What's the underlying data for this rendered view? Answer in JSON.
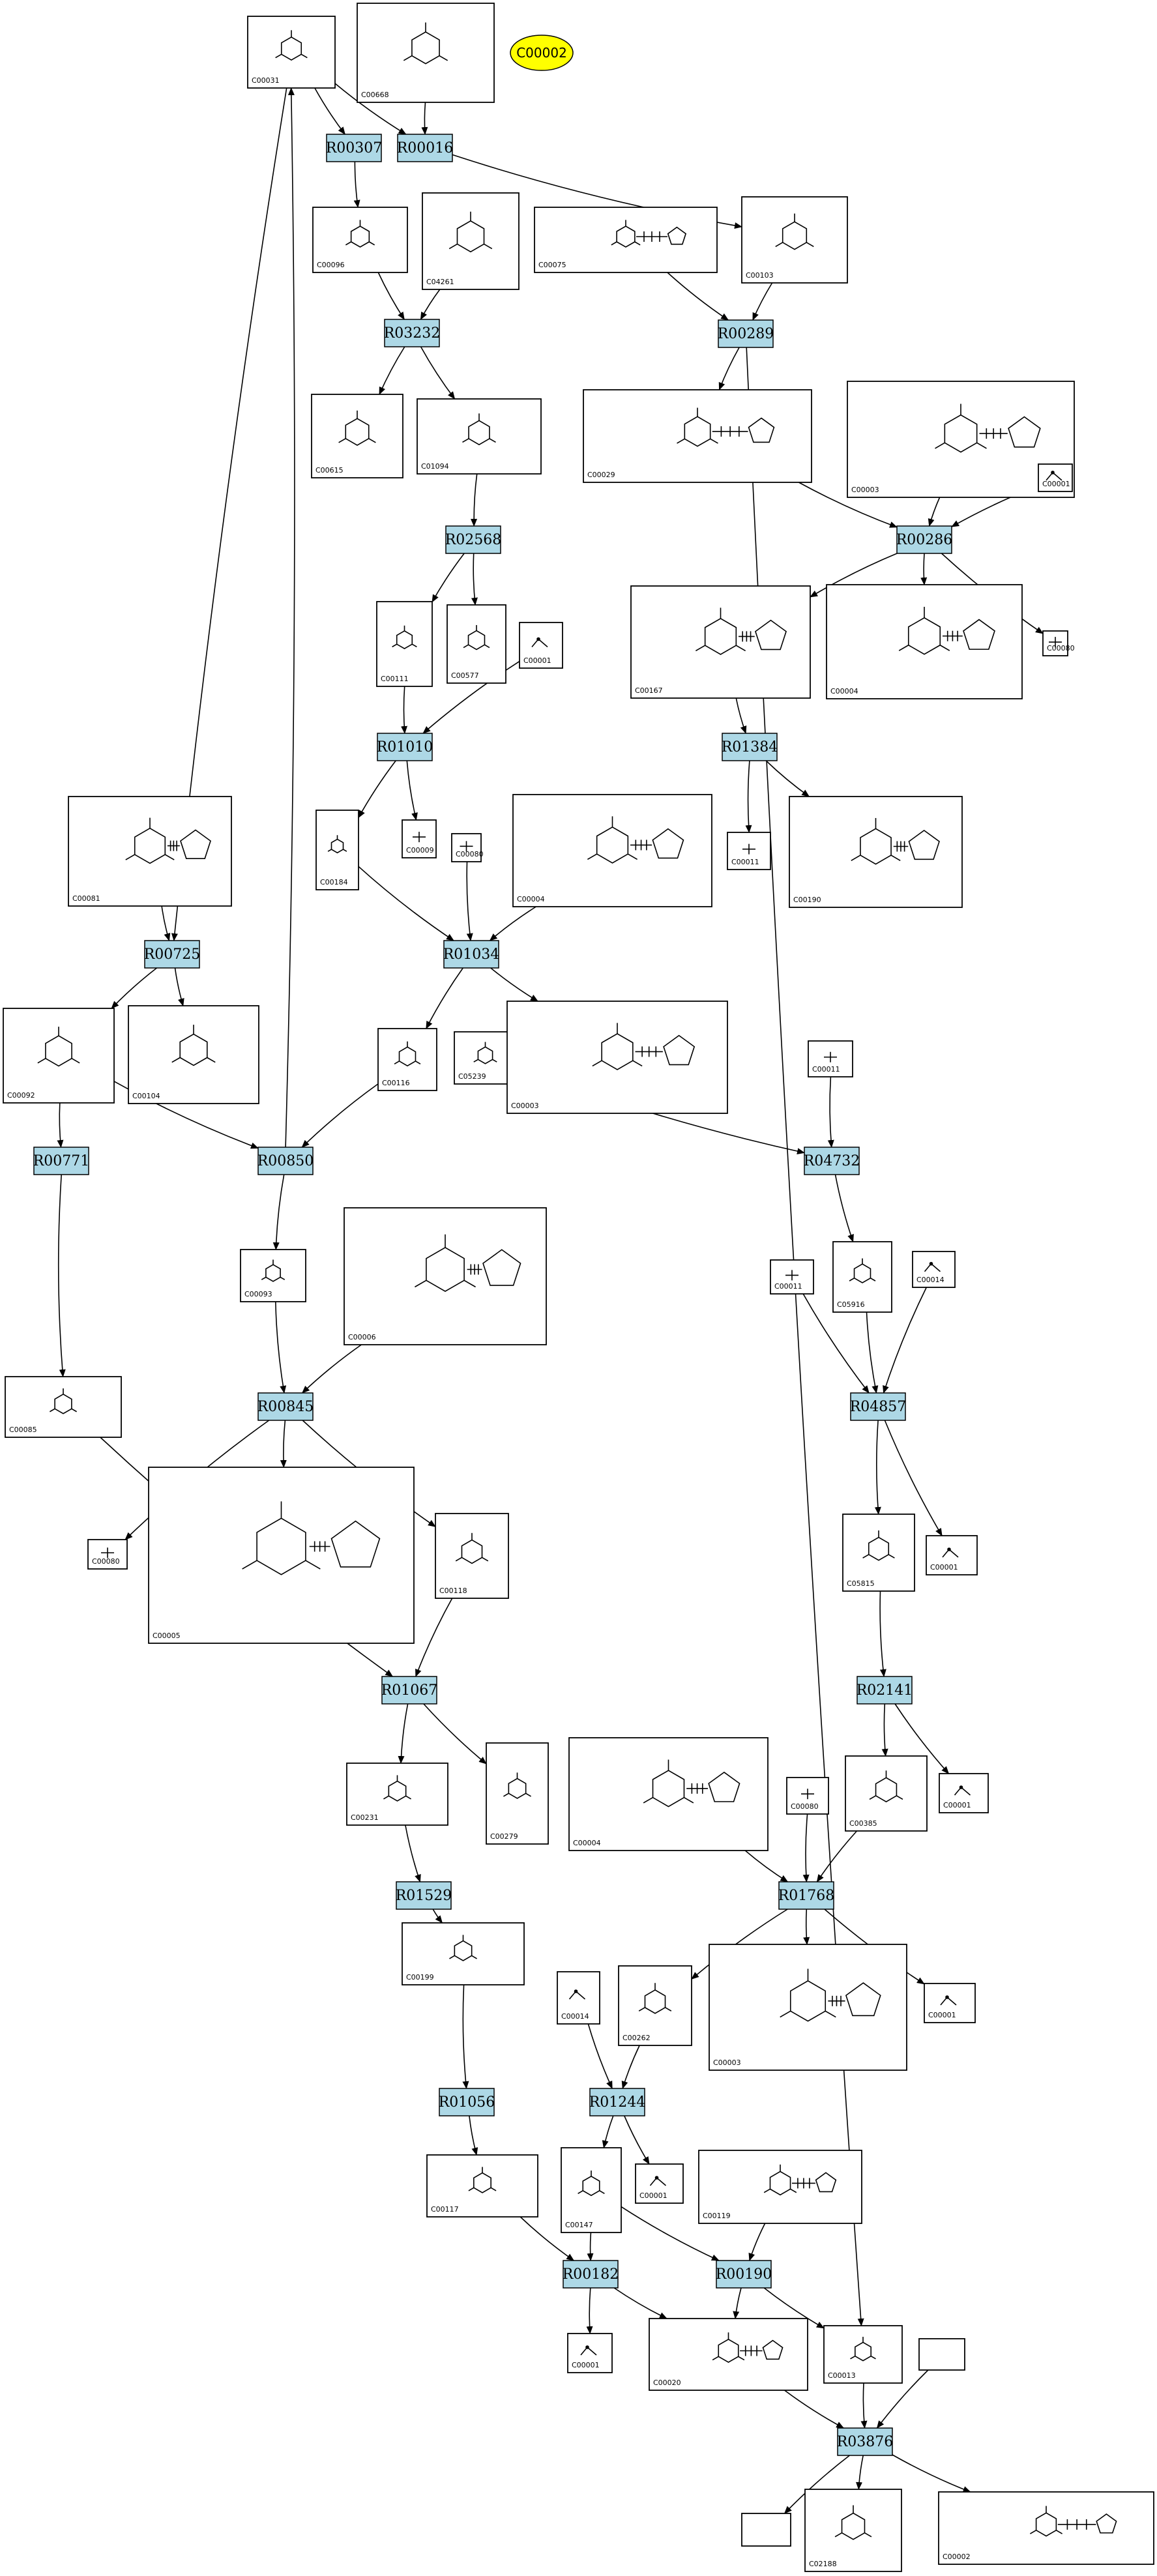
{
  "compounds": [
    {
      "id": "C00031",
      "label": "C00031"
    },
    {
      "id": "C00668",
      "label": "C00668"
    },
    {
      "id": "C00002_top",
      "label": "C00002"
    },
    {
      "id": "C00096",
      "label": "C00096"
    },
    {
      "id": "C04261",
      "label": "C04261"
    },
    {
      "id": "C00075",
      "label": "C00075"
    },
    {
      "id": "C00103",
      "label": "C00103"
    },
    {
      "id": "C00615",
      "label": "C00615"
    },
    {
      "id": "C01094",
      "label": "C01094"
    },
    {
      "id": "C00029",
      "label": "C00029"
    },
    {
      "id": "C00003_a",
      "label": "C00003"
    },
    {
      "id": "C00001_a",
      "label": "C00001"
    },
    {
      "id": "C00111",
      "label": "C00111"
    },
    {
      "id": "C00577",
      "label": "C00577"
    },
    {
      "id": "C00001_b",
      "label": "C00001"
    },
    {
      "id": "C00167",
      "label": "C00167"
    },
    {
      "id": "C00004_a",
      "label": "C00004"
    },
    {
      "id": "C00080_a",
      "label": "C00080"
    },
    {
      "id": "C00081",
      "label": "C00081"
    },
    {
      "id": "C00184",
      "label": "C00184"
    },
    {
      "id": "C00009",
      "label": "C00009"
    },
    {
      "id": "C00080_b",
      "label": "C00080"
    },
    {
      "id": "C00004_b",
      "label": "C00004"
    },
    {
      "id": "C00011_a",
      "label": "C00011"
    },
    {
      "id": "C00190",
      "label": "C00190"
    },
    {
      "id": "C00092",
      "label": "C00092"
    },
    {
      "id": "C00104",
      "label": "C00104"
    },
    {
      "id": "C00116",
      "label": "C00116"
    },
    {
      "id": "C05239",
      "label": "C05239"
    },
    {
      "id": "C00003_b",
      "label": "C00003"
    },
    {
      "id": "C00011_b",
      "label": "C00011"
    },
    {
      "id": "C00093",
      "label": "C00093"
    },
    {
      "id": "C00006",
      "label": "C00006"
    },
    {
      "id": "C00011_c",
      "label": "C00011"
    },
    {
      "id": "C05916",
      "label": "C05916"
    },
    {
      "id": "C00014_a",
      "label": "C00014"
    },
    {
      "id": "C00085",
      "label": "C00085"
    },
    {
      "id": "C00080_c",
      "label": "C00080"
    },
    {
      "id": "C00005",
      "label": "C00005"
    },
    {
      "id": "C00118",
      "label": "C00118"
    },
    {
      "id": "C05815",
      "label": "C05815"
    },
    {
      "id": "C00001_c",
      "label": "C00001"
    },
    {
      "id": "C00231",
      "label": "C00231"
    },
    {
      "id": "C00279",
      "label": "C00279"
    },
    {
      "id": "C00004_c",
      "label": "C00004"
    },
    {
      "id": "C00080_d",
      "label": "C00080"
    },
    {
      "id": "C00385",
      "label": "C00385"
    },
    {
      "id": "C00001_d",
      "label": "C00001"
    },
    {
      "id": "C00199",
      "label": "C00199"
    },
    {
      "id": "C00014_b",
      "label": "C00014"
    },
    {
      "id": "C00262",
      "label": "C00262"
    },
    {
      "id": "C00003_c",
      "label": "C00003"
    },
    {
      "id": "C00001_e",
      "label": "C00001"
    },
    {
      "id": "C00117",
      "label": "C00117"
    },
    {
      "id": "C00147",
      "label": "C00147"
    },
    {
      "id": "C00001_f",
      "label": "C00001"
    },
    {
      "id": "C00119",
      "label": "C00119"
    },
    {
      "id": "C00001_g",
      "label": "C00001"
    },
    {
      "id": "C00020",
      "label": "C00020"
    },
    {
      "id": "C00013",
      "label": "C00013"
    },
    {
      "id": "blank_a",
      "label": ""
    },
    {
      "id": "blank_b",
      "label": ""
    },
    {
      "id": "C02188",
      "label": "C02188"
    },
    {
      "id": "C00002",
      "label": "C00002"
    }
  ],
  "reactions": [
    {
      "id": "R00307",
      "label": "R00307"
    },
    {
      "id": "R00016",
      "label": "R00016"
    },
    {
      "id": "R03232",
      "label": "R03232"
    },
    {
      "id": "R00289",
      "label": "R00289"
    },
    {
      "id": "R02568",
      "label": "R02568"
    },
    {
      "id": "R00286",
      "label": "R00286"
    },
    {
      "id": "R01010",
      "label": "R01010"
    },
    {
      "id": "R01384",
      "label": "R01384"
    },
    {
      "id": "R00725",
      "label": "R00725"
    },
    {
      "id": "R01034",
      "label": "R01034"
    },
    {
      "id": "R00771",
      "label": "R00771"
    },
    {
      "id": "R00850",
      "label": "R00850"
    },
    {
      "id": "R04732",
      "label": "R04732"
    },
    {
      "id": "R00845",
      "label": "R00845"
    },
    {
      "id": "R04857",
      "label": "R04857"
    },
    {
      "id": "R01067",
      "label": "R01067"
    },
    {
      "id": "R02141",
      "label": "R02141"
    },
    {
      "id": "R01529",
      "label": "R01529"
    },
    {
      "id": "R01768",
      "label": "R01768"
    },
    {
      "id": "R01056",
      "label": "R01056"
    },
    {
      "id": "R01244",
      "label": "R01244"
    },
    {
      "id": "R00182",
      "label": "R00182"
    },
    {
      "id": "R00190",
      "label": "R00190"
    },
    {
      "id": "R03876",
      "label": "R03876"
    }
  ],
  "edges": [
    [
      "C00031",
      "R00307"
    ],
    [
      "C00031",
      "R00016"
    ],
    [
      "C00668",
      "R00016"
    ],
    [
      "R00016",
      "C00103"
    ],
    [
      "R00307",
      "C00096"
    ],
    [
      "C00096",
      "R03232"
    ],
    [
      "C04261",
      "R03232"
    ],
    [
      "R03232",
      "C00615"
    ],
    [
      "R03232",
      "C01094"
    ],
    [
      "C00075",
      "R00289"
    ],
    [
      "C00103",
      "R00289"
    ],
    [
      "R00289",
      "C00029"
    ],
    [
      "C01094",
      "R02568"
    ],
    [
      "R02568",
      "C00111"
    ],
    [
      "R02568",
      "C00577"
    ],
    [
      "C00029",
      "R00286"
    ],
    [
      "C00003_a",
      "R00286"
    ],
    [
      "C00001_a",
      "R00286"
    ],
    [
      "R00286",
      "C00167"
    ],
    [
      "R00286",
      "C00004_a"
    ],
    [
      "R00286",
      "C00080_a"
    ],
    [
      "C00111",
      "R01010"
    ],
    [
      "C00001_b",
      "R01010"
    ],
    [
      "R01010",
      "C00184"
    ],
    [
      "R01010",
      "C00009"
    ],
    [
      "C00167",
      "R01384"
    ],
    [
      "R01384",
      "C00011_a"
    ],
    [
      "R01384",
      "C00190"
    ],
    [
      "C00081",
      "R00725"
    ],
    [
      "C00031",
      "R00725"
    ],
    [
      "R00725",
      "C00092"
    ],
    [
      "R00725",
      "C00104"
    ],
    [
      "C00184",
      "R01034"
    ],
    [
      "C00080_b",
      "R01034"
    ],
    [
      "C00004_b",
      "R01034"
    ],
    [
      "R01034",
      "C00116"
    ],
    [
      "R01034",
      "C00003_b"
    ],
    [
      "C00092",
      "R00771"
    ],
    [
      "C00092",
      "R00850"
    ],
    [
      "C00116",
      "R00850"
    ],
    [
      "R00850",
      "C00031"
    ],
    [
      "C05239",
      "R04732"
    ],
    [
      "C00011_b",
      "R04732"
    ],
    [
      "R04732",
      "C05916"
    ],
    [
      "R00850",
      "C00093"
    ],
    [
      "C00093",
      "R00845"
    ],
    [
      "C00006",
      "R00845"
    ],
    [
      "R00845",
      "C00080_c"
    ],
    [
      "R00845",
      "C00005"
    ],
    [
      "R00845",
      "C00118"
    ],
    [
      "R00771",
      "C00085"
    ],
    [
      "C00085",
      "R01067"
    ],
    [
      "C00118",
      "R01067"
    ],
    [
      "C05916",
      "R04857"
    ],
    [
      "C00011_c",
      "R04857"
    ],
    [
      "C00014_a",
      "R04857"
    ],
    [
      "R04857",
      "C05815"
    ],
    [
      "R04857",
      "C00001_c"
    ],
    [
      "C05815",
      "R02141"
    ],
    [
      "R01067",
      "C00231"
    ],
    [
      "R01067",
      "C00279"
    ],
    [
      "R02141",
      "C00385"
    ],
    [
      "R02141",
      "C00001_d"
    ],
    [
      "C00231",
      "R01529"
    ],
    [
      "R01529",
      "C00199"
    ],
    [
      "C00004_c",
      "R01768"
    ],
    [
      "C00080_d",
      "R01768"
    ],
    [
      "C00385",
      "R01768"
    ],
    [
      "R01768",
      "C00262"
    ],
    [
      "R01768",
      "C00003_c"
    ],
    [
      "R01768",
      "C00001_e"
    ],
    [
      "C00199",
      "R01056"
    ],
    [
      "R01056",
      "C00117"
    ],
    [
      "C00014_b",
      "R01244"
    ],
    [
      "C00262",
      "R01244"
    ],
    [
      "R01244",
      "C00147"
    ],
    [
      "R01244",
      "C00001_f"
    ],
    [
      "C00117",
      "R00182"
    ],
    [
      "C00147",
      "R00182"
    ],
    [
      "C00147",
      "R00190"
    ],
    [
      "C00119",
      "R00190"
    ],
    [
      "R00182",
      "C00001_g"
    ],
    [
      "R00182",
      "C00020"
    ],
    [
      "R00190",
      "C00020"
    ],
    [
      "R00190",
      "C00013"
    ],
    [
      "R00289",
      "C00013"
    ],
    [
      "C00020",
      "R03876"
    ],
    [
      "C00013",
      "R03876"
    ],
    [
      "blank_a",
      "R03876"
    ],
    [
      "R03876",
      "blank_b"
    ],
    [
      "R03876",
      "C02188"
    ],
    [
      "R03876",
      "C00002"
    ]
  ]
}
